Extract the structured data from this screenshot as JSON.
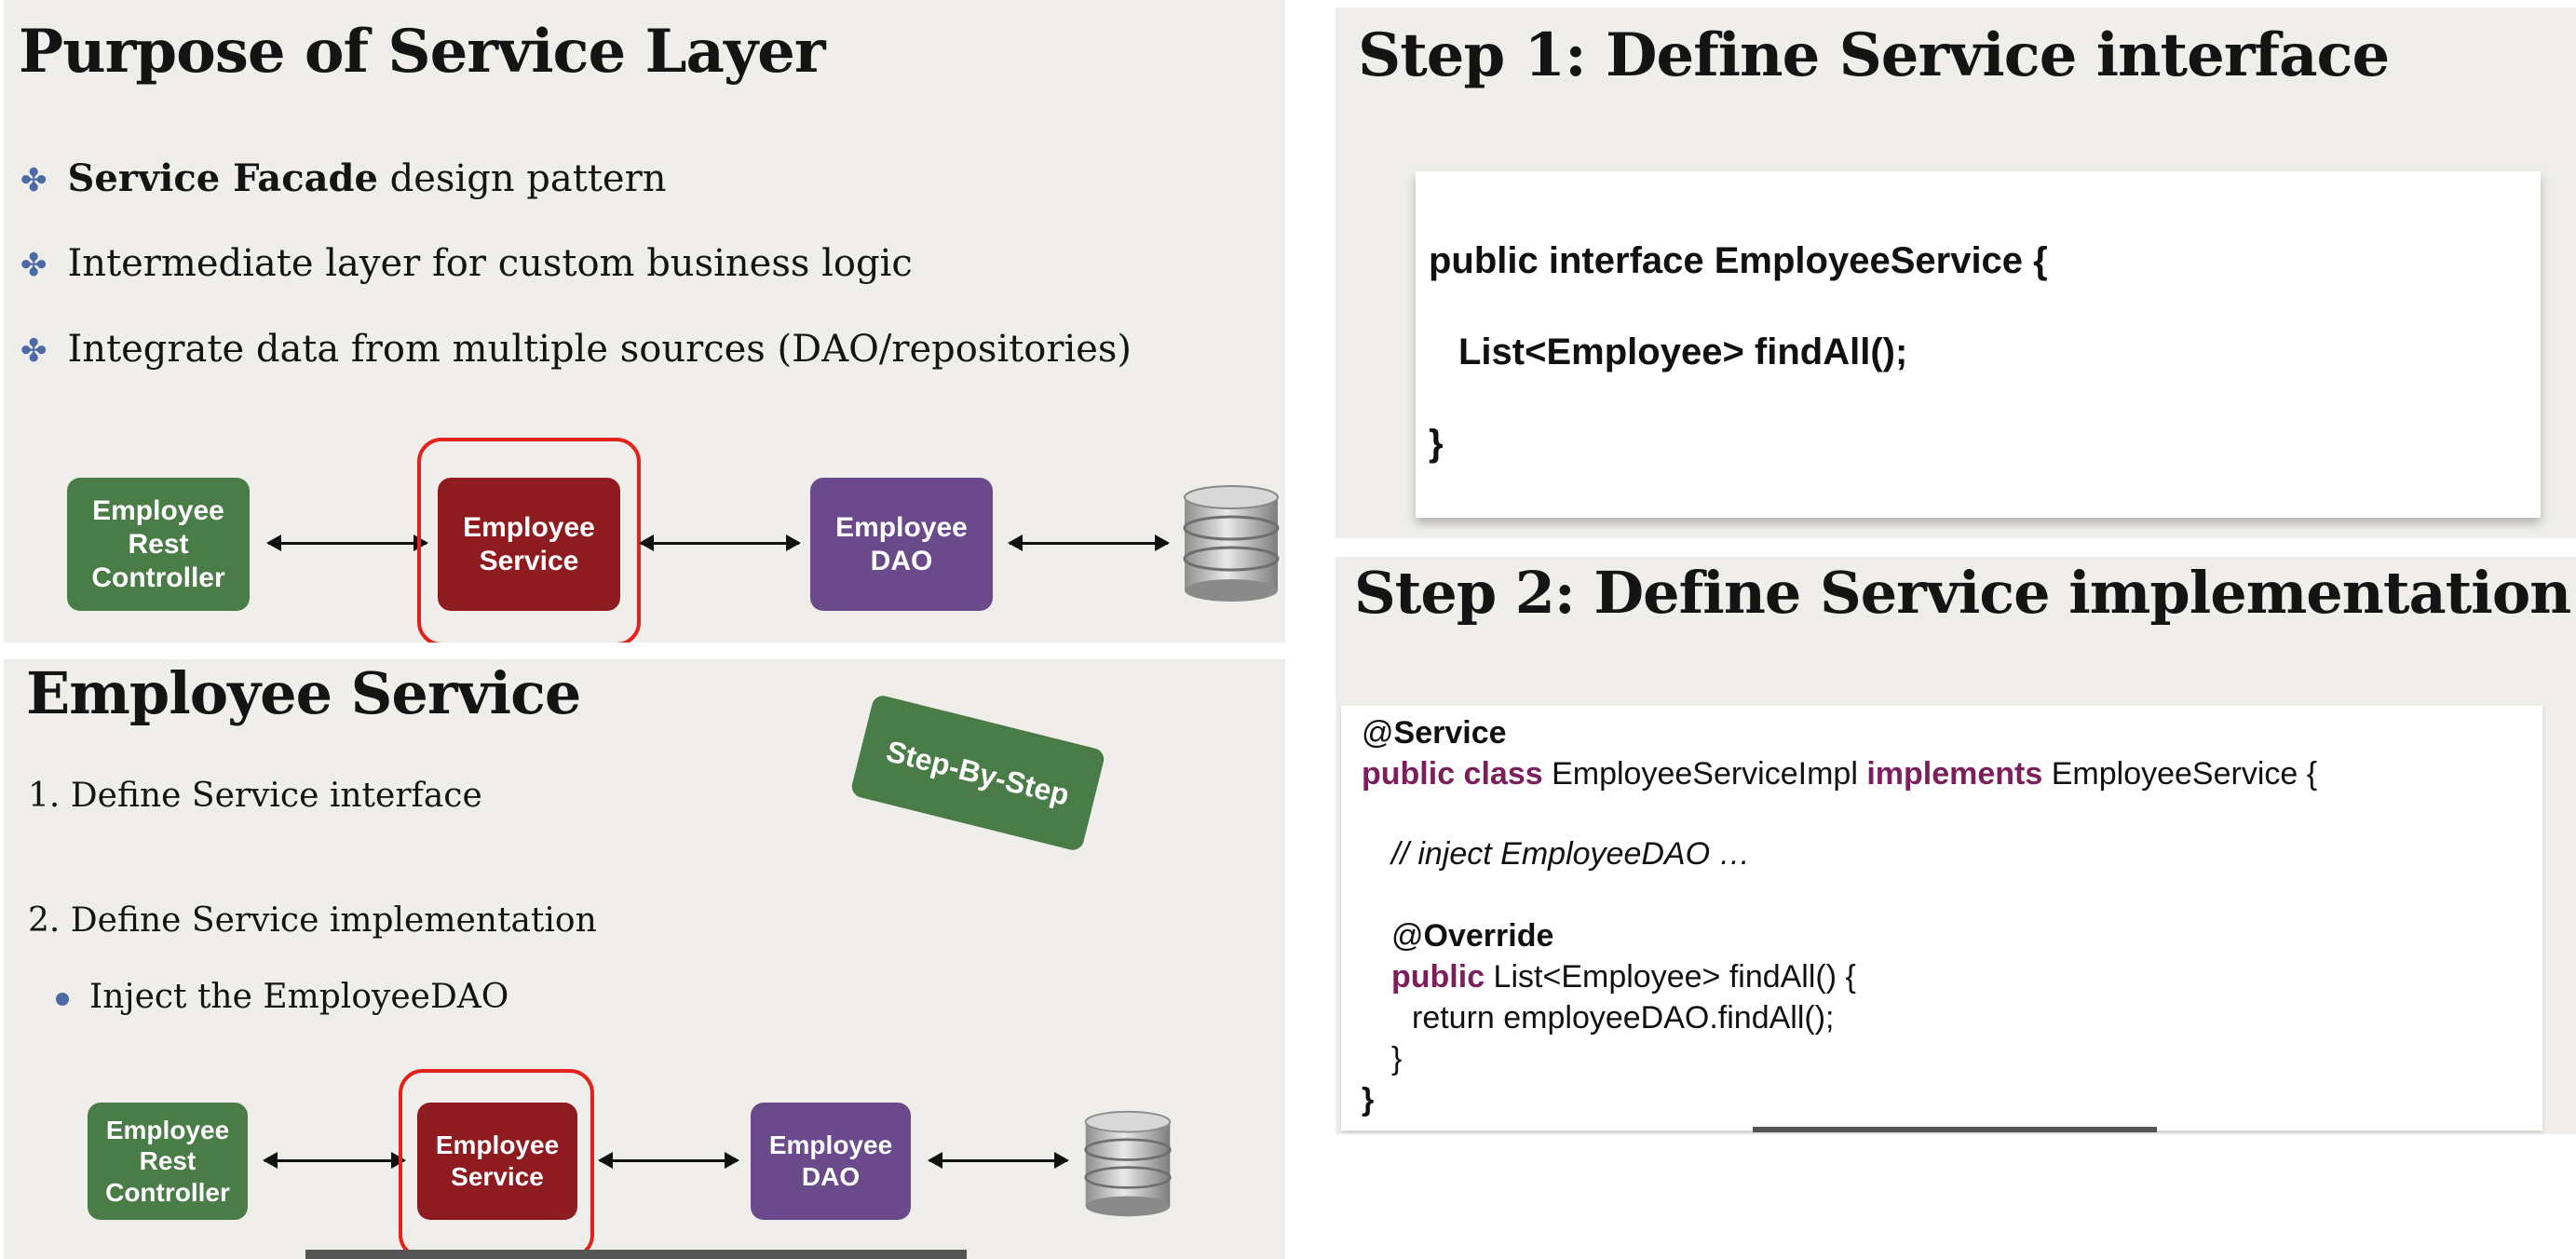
{
  "slide1": {
    "title": "Purpose of Service Layer",
    "bullets": [
      {
        "bold": "Service Facade",
        "rest": " design pattern"
      },
      {
        "bold": "",
        "rest": "Intermediate layer for custom business logic"
      },
      {
        "bold": "",
        "rest": "Integrate data from multiple sources (DAO/repositories)"
      }
    ],
    "boxes": {
      "controller": "Employee\nRest\nController",
      "service": "Employee\nService",
      "dao": "Employee\nDAO"
    }
  },
  "slide2": {
    "title": "Step 1: Define Service interface",
    "code": {
      "line1": "public interface EmployeeService {",
      "line2": "List<Employee> findAll();",
      "line3": "}"
    }
  },
  "slide3": {
    "title": "Employee Service",
    "badge": "Step-By-Step",
    "steps": [
      "1.  Define Service interface",
      "2.  Define Service implementation"
    ],
    "sub_bullet": "Inject the EmployeeDAO",
    "boxes": {
      "controller": "Employee\nRest\nController",
      "service": "Employee\nService",
      "dao": "Employee\nDAO"
    }
  },
  "slide4": {
    "title": "Step 2: Define Service implementation",
    "code": {
      "annotation_at": "@",
      "annotation": "Service",
      "kw_public_class": "public class",
      "class_name": " EmployeeServiceImpl ",
      "kw_implements": "implements",
      "iface": " EmployeeService {",
      "comment": "// inject EmployeeDAO …",
      "override_at": "@",
      "override": "Override",
      "kw_public": "public",
      "method": " List<Employee> findAll() {",
      "return_line": "return employeeDAO.findAll();",
      "close_method": "}",
      "close_class": "}"
    }
  },
  "colors": {
    "green": "#4a7c47",
    "red": "#8e1b1f",
    "purple": "#6b4a8b",
    "ring": "#e2231a",
    "keyword": "#7a1f5c"
  },
  "icons": [
    "database-icon",
    "bullet-star-icon"
  ]
}
